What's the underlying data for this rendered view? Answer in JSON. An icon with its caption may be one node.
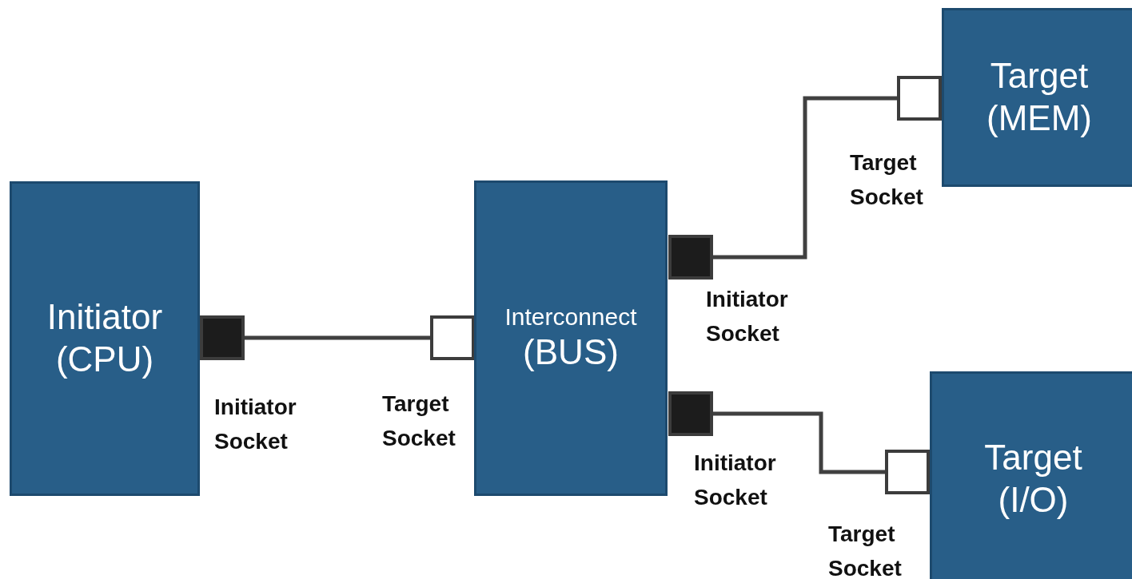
{
  "diagram": {
    "nodes": [
      {
        "text": [
          "Initiator (CPU)"
        ]
      },
      {
        "text": [],
        "shape": "box"
      },
      {
        "text": [],
        "shape": "box"
      },
      {
        "text": [
          "Interconnect",
          "(BUS)"
        ]
      },
      {
        "text": [],
        "shape": "box"
      },
      {
        "text": [],
        "shape": "box"
      },
      {
        "text": [],
        "shape": "box"
      },
      {
        "text": [
          "Target (MEM)"
        ]
      },
      {
        "text": [],
        "shape": "box"
      },
      {
        "text": [
          "Target (I/O)"
        ]
      }
    ],
    "edges": [
      {
        "from": 1,
        "to": 2,
        "arrow": "none"
      },
      {
        "from": 4,
        "to": 6,
        "arrow": "none"
      },
      {
        "from": 5,
        "to": 8,
        "arrow": "none"
      }
    ],
    "labels": [
      "Target Socket",
      "Initiator Socket",
      "Initiator Socket",
      "Target Socket",
      "Initiator Socket",
      "Target Socket"
    ]
  }
}
